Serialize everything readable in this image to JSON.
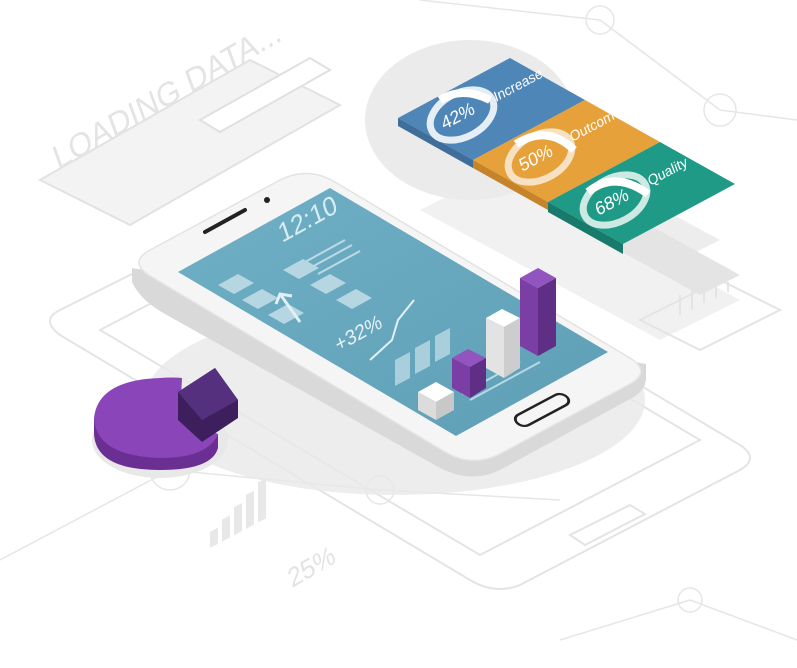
{
  "illustration": {
    "loading_text": "LOADING DATA...",
    "phone": {
      "time": "12:10",
      "growth_label": "+32%"
    },
    "stat_cards": [
      {
        "percent": "42%",
        "label": "Increase",
        "color": "#4f86b8",
        "value": 0.42
      },
      {
        "percent": "50%",
        "label": "Outcome",
        "color": "#e6a13a",
        "value": 0.5
      },
      {
        "percent": "68%",
        "label": "Quality",
        "color": "#1f9a86",
        "value": 0.68
      }
    ],
    "background_stat": "25%",
    "colors": {
      "screen": "#64a6bd",
      "purple": "#7a3ea5",
      "purple_dark": "#52297a",
      "line": "#e2e2e2",
      "phone_body": "#f4f4f4"
    }
  }
}
